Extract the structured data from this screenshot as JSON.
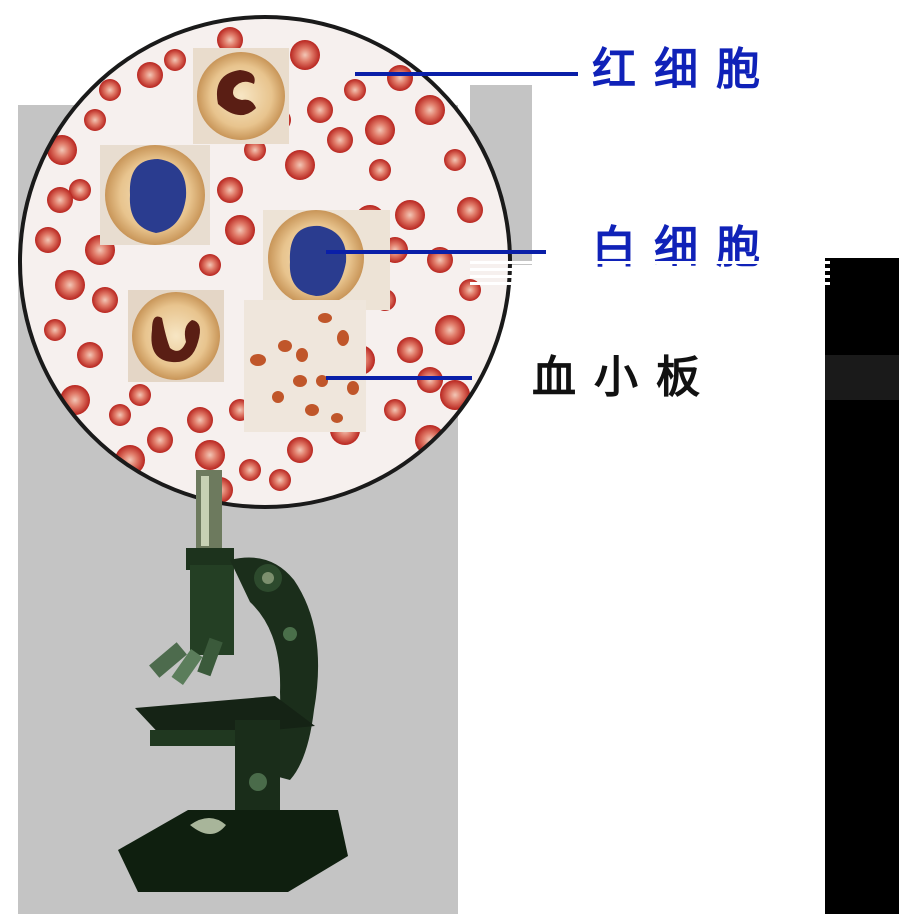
{
  "labels": {
    "red_cell": "红细胞",
    "white_cell": "白细胞",
    "platelet": "血小板"
  },
  "colors": {
    "label_blue": "#1022b8",
    "label_black": "#111111",
    "leader_line": "#0a1fa8",
    "backdrop_gray": "#c4c4c4",
    "red_blood_cell": "#c2342c",
    "nucleus_blue": "#2a3c8f",
    "microscope_green": "#1e3b1e"
  },
  "icons": {
    "microscope": "microscope-icon",
    "lens_view": "magnified-view-circle"
  }
}
